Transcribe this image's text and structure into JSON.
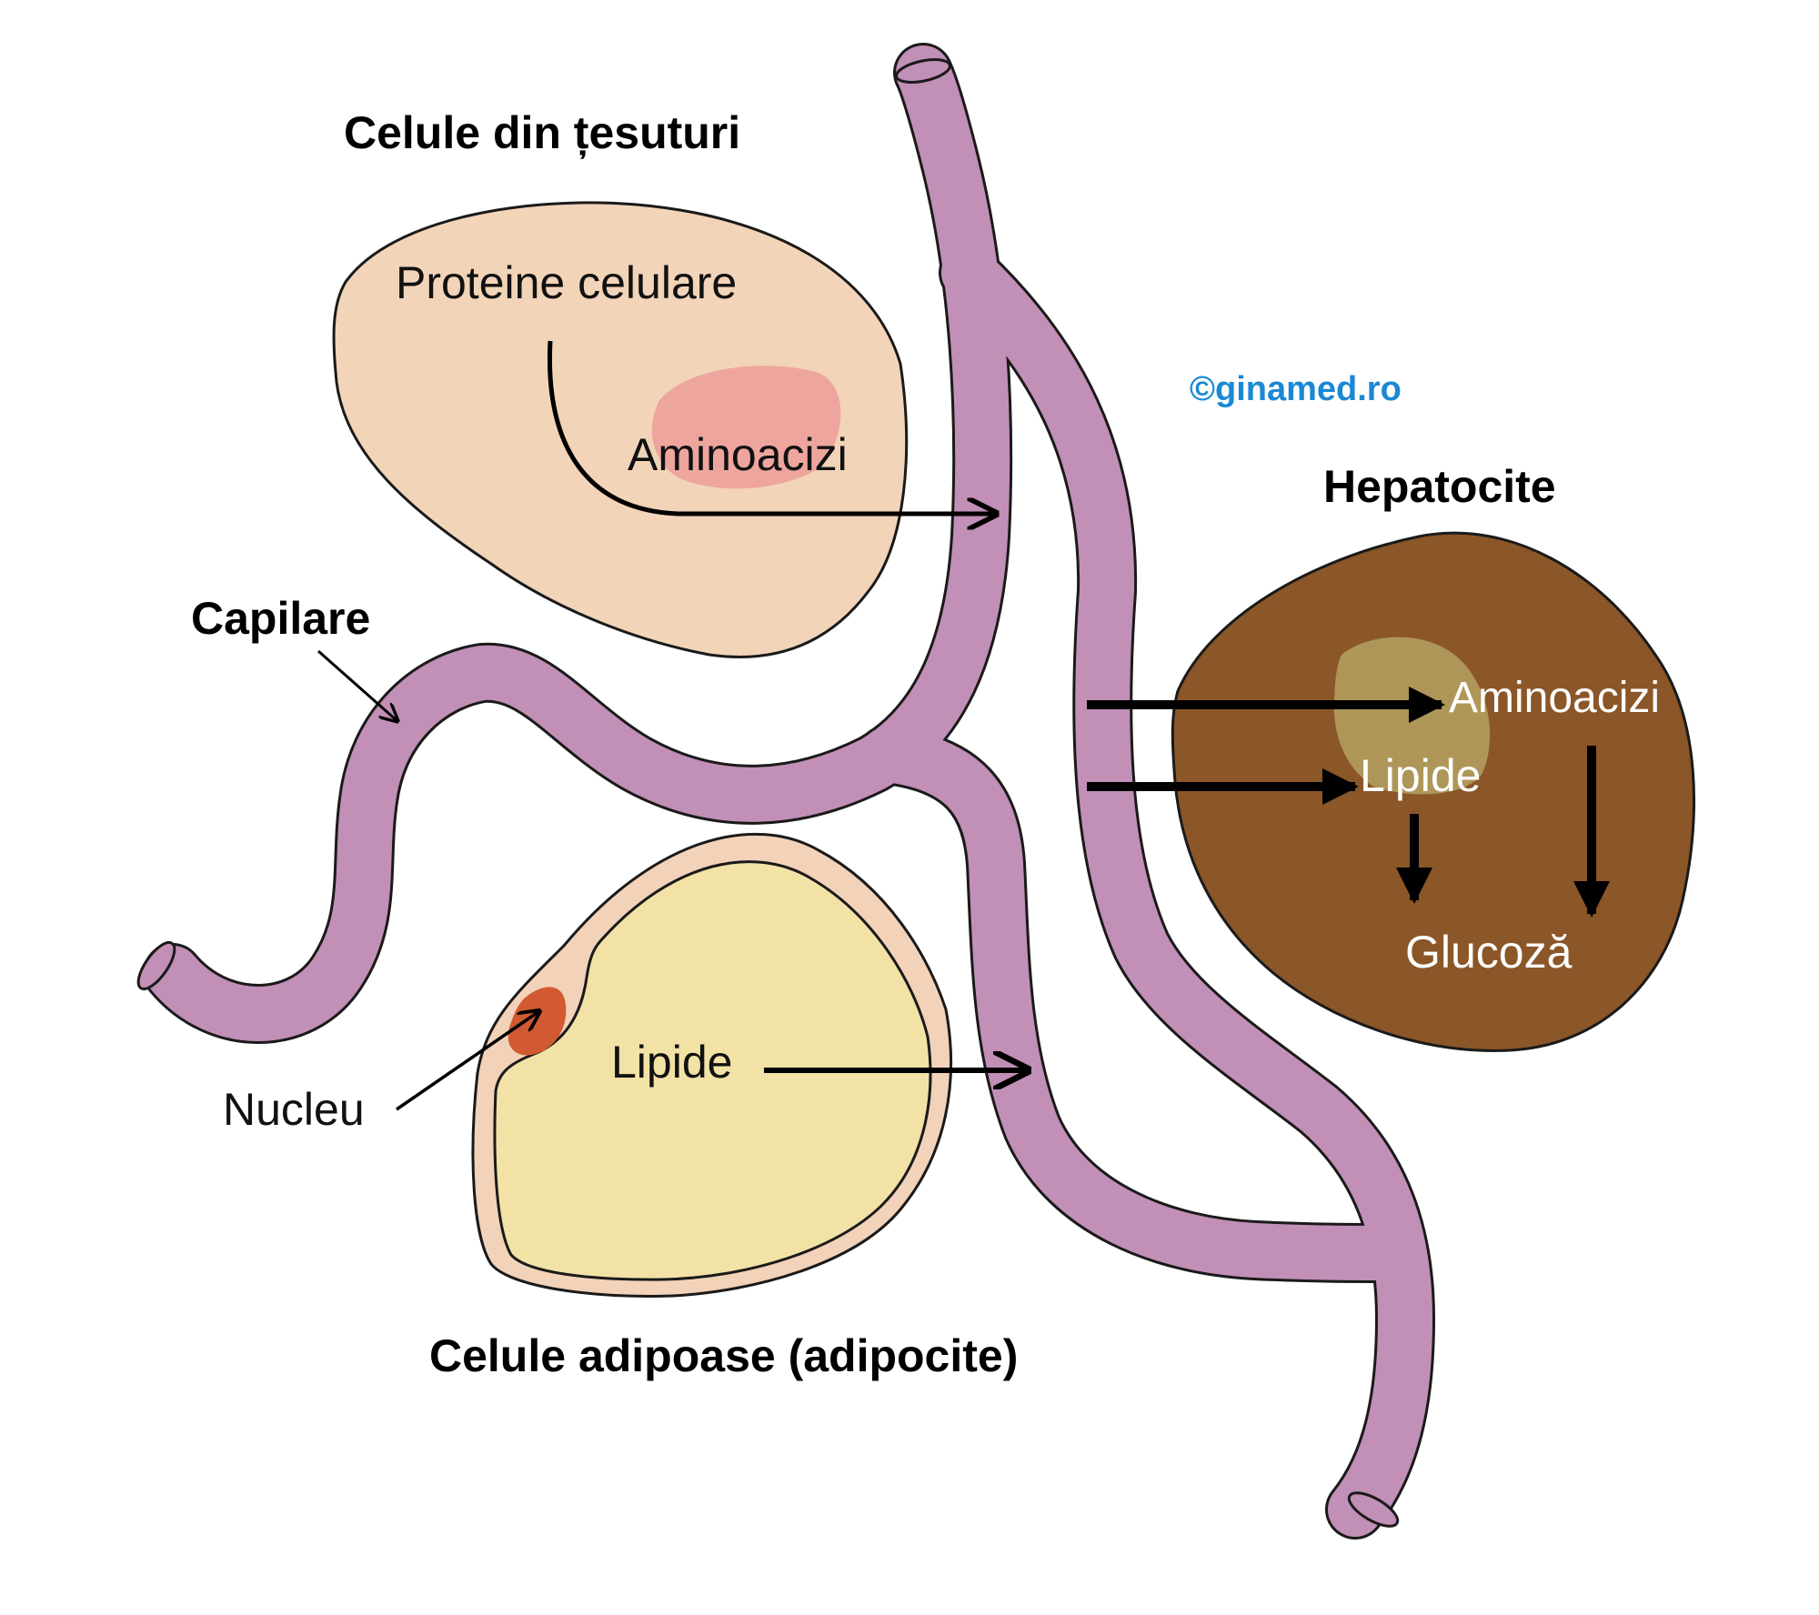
{
  "title_tissue_cells": "Celule din țesuturi",
  "tissue_proteins": "Proteine celulare",
  "tissue_aminoacids": "Aminoacizi",
  "label_capillaries": "Capilare",
  "title_hepatocytes": "Hepatocite",
  "hep_aminoacids": "Aminoacizi",
  "hep_lipids": "Lipide",
  "hep_glucose": "Glucoză",
  "adipocyte_lipids": "Lipide",
  "label_nucleus": "Nucleu",
  "title_adipocytes": "Celule adipoase (adipocite)",
  "watermark": "©ginamed.ro",
  "colors": {
    "vessel": "#c28fb6",
    "tissue_cell": "#f2d4b8",
    "aminoacid_blob": "#eea59e",
    "hepatocyte": "#8b5628",
    "hep_blob": "#ad9658",
    "adipocyte_outer": "#f2d2b9",
    "adipocyte_inner": "#f2e2a6",
    "nucleus": "#d15a32",
    "watermark": "#1b88d4",
    "outline": "#1a1a1a"
  }
}
